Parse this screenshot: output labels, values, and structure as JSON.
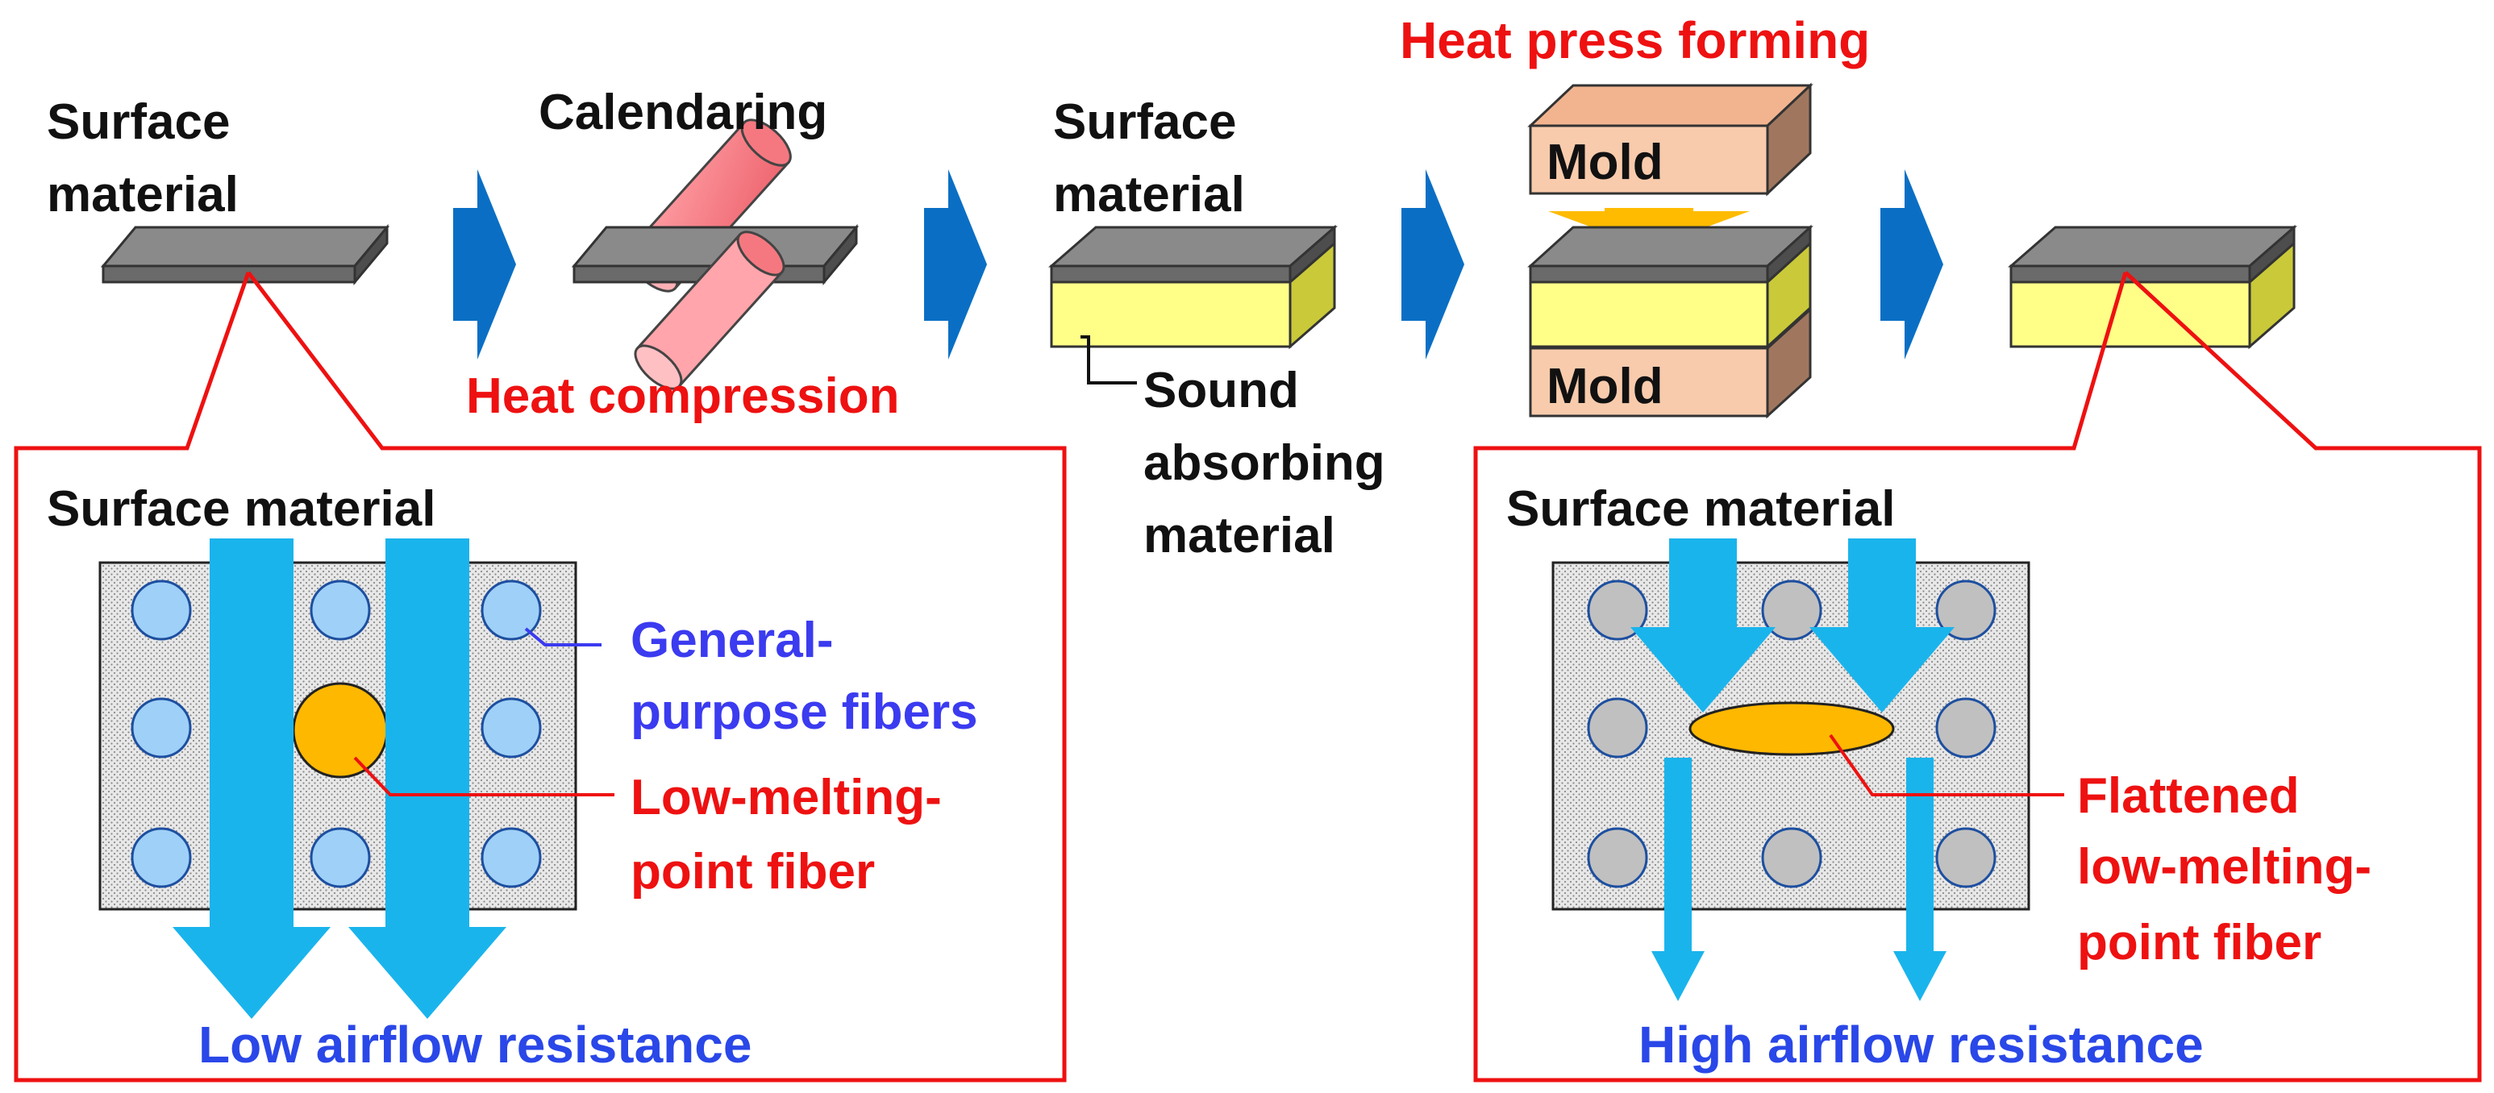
{
  "steps": {
    "step1_label_line1": "Surface",
    "step1_label_line2": "material",
    "step2_label": "Calendaring",
    "step2_caption": "Heat compression",
    "step3_label_line1": "Surface",
    "step3_label_line2": "material",
    "step3_caption_line1": "Sound",
    "step3_caption_line2": "absorbing",
    "step3_caption_line3": "material",
    "step4_label": "Heat press forming",
    "mold_top": "Mold",
    "mold_bottom": "Mold"
  },
  "left_panel": {
    "title": "Surface material",
    "fiber_general_line1": "General-",
    "fiber_general_line2": "purpose fibers",
    "fiber_low_line1": "Low-melting-",
    "fiber_low_line2": "point fiber",
    "result": "Low airflow resistance"
  },
  "right_panel": {
    "title": "Surface material",
    "fiber_flat_line1": "Flattened",
    "fiber_flat_line2": "low-melting-",
    "fiber_flat_line3": "point fiber",
    "result": "High airflow resistance"
  },
  "colors": {
    "process_arrow": "#0a6fc4",
    "flow_arrow": "#1ab4ec",
    "callout_red": "#ee1111",
    "plate_gray": "#666666",
    "sound_absorber_yellow": "#ffff88",
    "mold_peach": "#f8cbac",
    "roller_pink": "#f7848c",
    "press_arrow_orange": "#ffbb00",
    "fiber_general_blue": "#9fd0f8",
    "fiber_low_orange": "#ffb800",
    "fiber_gray": "#c0c0c0"
  }
}
